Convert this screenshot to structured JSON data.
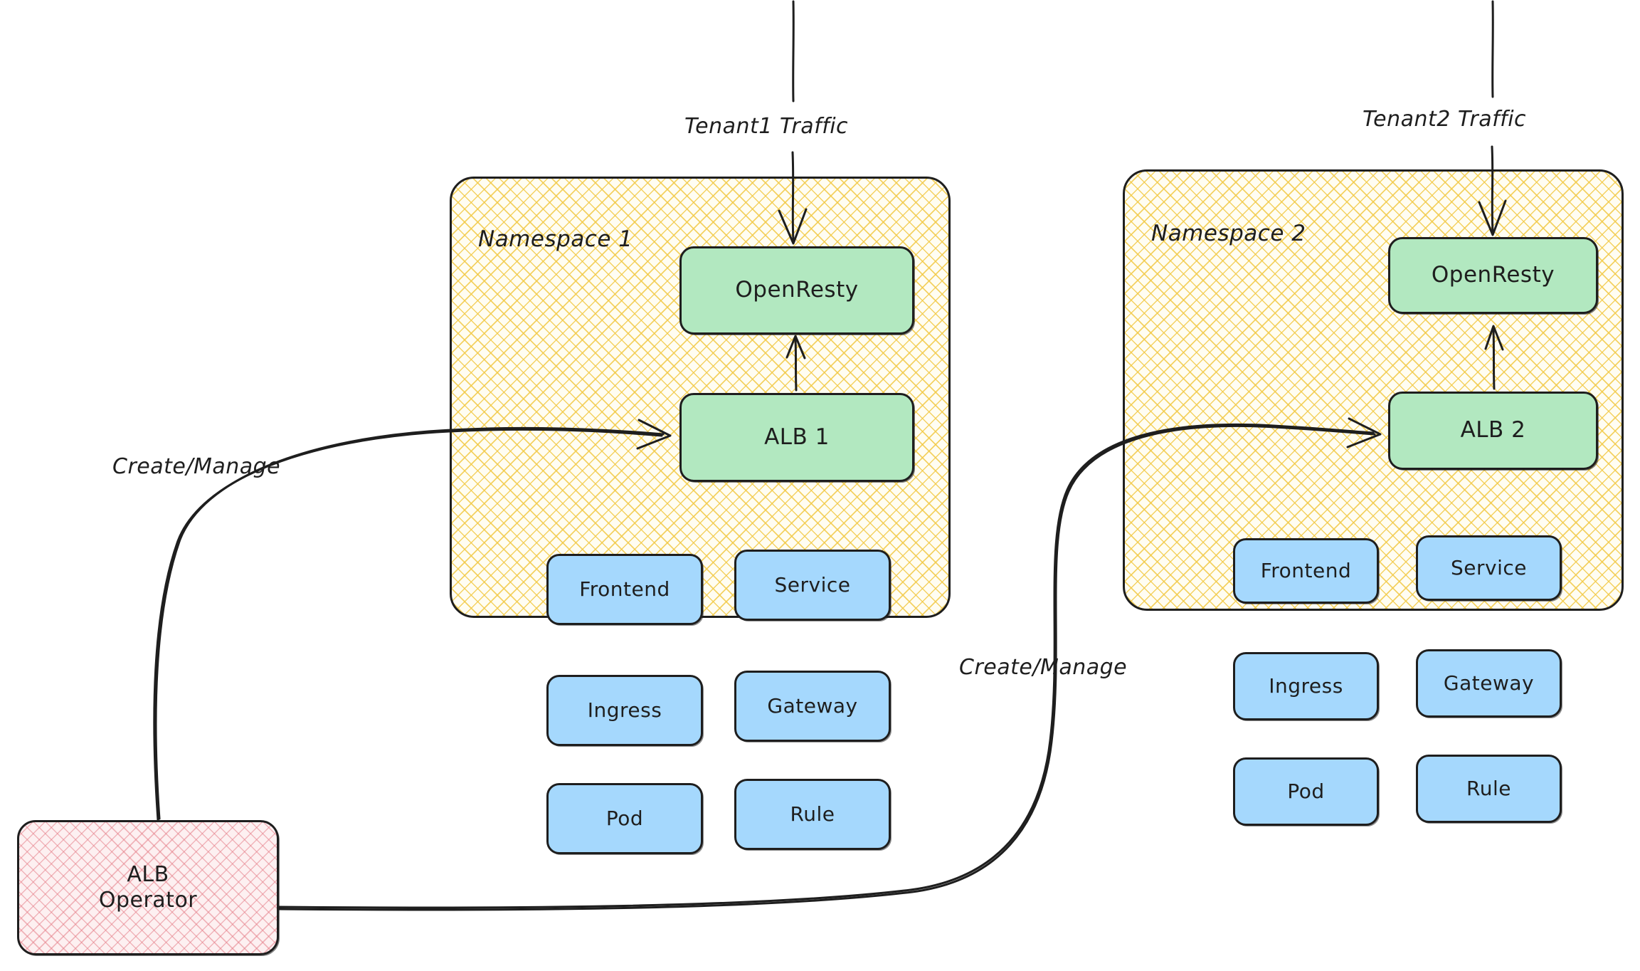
{
  "diagram": {
    "title": "ALB Operator multi-tenant namespace architecture",
    "colors": {
      "namespace_fill": "#fffdf2",
      "namespace_hatch": "#f2ca49",
      "green_node": "#b2e8c0",
      "blue_node": "#a5d8fd",
      "pink_node_hatch": "#e6828c",
      "stroke": "#1e1e1e"
    },
    "traffic_labels": [
      {
        "id": "tenant1",
        "text": "Tenant1 Traffic"
      },
      {
        "id": "tenant2",
        "text": "Tenant2 Traffic"
      }
    ],
    "edge_labels": [
      {
        "id": "create-manage-1",
        "text": "Create/Manage"
      },
      {
        "id": "create-manage-2",
        "text": "Create/Manage"
      }
    ],
    "operator": {
      "line1": "ALB",
      "line2": "Operator"
    },
    "namespaces": [
      {
        "id": "ns1",
        "label": "Namespace 1",
        "gateway": "OpenResty",
        "alb": "ALB 1",
        "resources": [
          "Frontend",
          "Service",
          "Ingress",
          "Gateway",
          "Pod",
          "Rule"
        ]
      },
      {
        "id": "ns2",
        "label": "Namespace 2",
        "gateway": "OpenResty",
        "alb": "ALB 2",
        "resources": [
          "Frontend",
          "Service",
          "Ingress",
          "Gateway",
          "Pod",
          "Rule"
        ]
      }
    ]
  }
}
